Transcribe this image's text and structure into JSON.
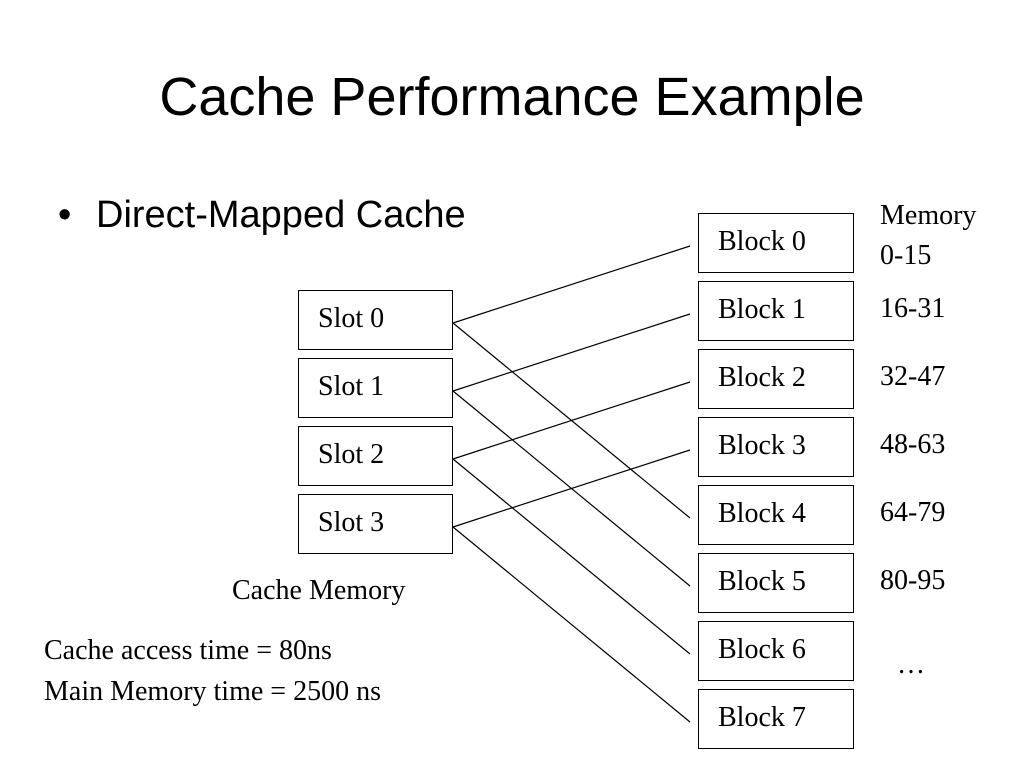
{
  "title": "Cache Performance Example",
  "bullet": {
    "marker": "•",
    "text": "Direct-Mapped Cache"
  },
  "slots": [
    "Slot 0",
    "Slot 1",
    "Slot 2",
    "Slot 3"
  ],
  "blocks": [
    "Block 0",
    "Block 1",
    "Block 2",
    "Block 3",
    "Block 4",
    "Block 5",
    "Block 6",
    "Block 7"
  ],
  "memory_header": {
    "line1": "Memory",
    "line2": "0-15"
  },
  "address_ranges": [
    "16-31",
    "32-47",
    "48-63",
    "64-79",
    "80-95"
  ],
  "ellipsis": "…",
  "cache_label": "Cache Memory",
  "timing": {
    "cache_access": "Cache access time = 80ns",
    "main_memory": "Main Memory time = 2500 ns"
  },
  "mapping": [
    {
      "block": 0,
      "slot": 0
    },
    {
      "block": 1,
      "slot": 1
    },
    {
      "block": 2,
      "slot": 2
    },
    {
      "block": 3,
      "slot": 3
    },
    {
      "block": 4,
      "slot": 0
    },
    {
      "block": 5,
      "slot": 1
    },
    {
      "block": 6,
      "slot": 2
    },
    {
      "block": 7,
      "slot": 3
    }
  ]
}
